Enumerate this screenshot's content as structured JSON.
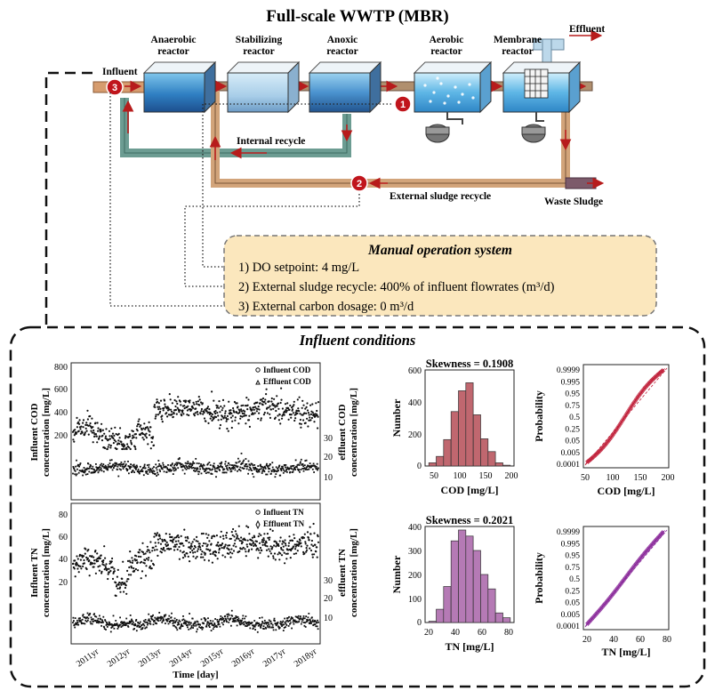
{
  "title": "Full-scale WWTP (MBR)",
  "reactors": [
    {
      "id": "anaerobic",
      "label_line1": "Anaerobic",
      "label_line2": "reactor"
    },
    {
      "id": "stabilizing",
      "label_line1": "Stabilizing",
      "label_line2": "reactor"
    },
    {
      "id": "anoxic",
      "label_line1": "Anoxic",
      "label_line2": "reactor"
    },
    {
      "id": "aerobic",
      "label_line1": "Aerobic",
      "label_line2": "reactor"
    },
    {
      "id": "membrane",
      "label_line1": "Membrane",
      "label_line2": "reactor"
    }
  ],
  "flows": {
    "influent": "Influent",
    "effluent": "Effluent",
    "internal_recycle": "Internal recycle",
    "external_sludge_recycle": "External sludge recycle",
    "waste_sludge": "Waste Sludge"
  },
  "markers": {
    "do": "1",
    "recycle": "2",
    "carbon": "3"
  },
  "manual_operation": {
    "title": "Manual operation system",
    "items": [
      "1) DO setpoint: 4 mg/L",
      "2) External sludge recycle: 400% of influent flowrates (m³/d)",
      "3) External carbon dosage: 0 m³/d"
    ]
  },
  "influent_conditions": {
    "title": "Influent conditions",
    "time_axis": {
      "label": "Time [day]",
      "ticks": [
        "2011yr",
        "2012yr",
        "2013yr",
        "2014yr",
        "2015yr",
        "2016yr",
        "2017yr",
        "2018yr"
      ]
    },
    "cod_panel": {
      "left_ylabel_line1": "Influent COD",
      "left_ylabel_line2": "concentration [mg/L]",
      "right_ylabel_line1": "effluent COD",
      "right_ylabel_line2": "concentration [mg/L]",
      "left_ticks": [
        "800",
        "600",
        "400",
        "200"
      ],
      "right_ticks": [
        "30",
        "20",
        "10"
      ],
      "legend": [
        "Influent COD",
        "Effluent COD"
      ]
    },
    "tn_panel": {
      "left_ylabel_line1": "Influent TN",
      "left_ylabel_line2": "concentration [mg/L]",
      "right_ylabel_line1": "effluent TN",
      "right_ylabel_line2": "concentration [mg/L]",
      "left_ticks": [
        "80",
        "60",
        "40",
        "20"
      ],
      "right_ticks": [
        "30",
        "20",
        "10"
      ],
      "legend": [
        "Influent TN",
        "Effluent TN"
      ]
    },
    "cod_hist": {
      "skew_label": "Skewness = 0.1908",
      "xlabel": "COD [mg/L]",
      "ylabel": "Number",
      "xticks": [
        "50",
        "100",
        "150",
        "200"
      ],
      "yticks": [
        "600",
        "400",
        "200",
        "0"
      ],
      "color": "#c0676f"
    },
    "tn_hist": {
      "skew_label": "Skewness = 0.2021",
      "xlabel": "TN [mg/L]",
      "ylabel": "Number",
      "xticks": [
        "20",
        "40",
        "60",
        "80"
      ],
      "yticks": [
        "400",
        "300",
        "200",
        "100",
        "0"
      ],
      "color": "#b57ab5"
    },
    "cod_prob": {
      "xlabel": "COD [mg/L]",
      "ylabel": "Probability",
      "xticks": [
        "50",
        "100",
        "150",
        "200"
      ],
      "yticks": [
        "0.9999",
        "0.995",
        "0.95",
        "0.75",
        "0.5",
        "0.25",
        "0.05",
        "0.005",
        "0.0001"
      ],
      "color": "#c0203a"
    },
    "tn_prob": {
      "xlabel": "TN [mg/L]",
      "ylabel": "Probability",
      "xticks": [
        "20",
        "40",
        "60",
        "80"
      ],
      "yticks": [
        "0.9999",
        "0.995",
        "0.95",
        "0.75",
        "0.5",
        "0.25",
        "0.05",
        "0.005",
        "0.0001"
      ],
      "color": "#8a2a9a"
    }
  },
  "chart_data": [
    {
      "type": "bar",
      "title": "Skewness = 0.1908",
      "xlabel": "COD [mg/L]",
      "ylabel": "Number",
      "categories": [
        "40",
        "55",
        "70",
        "85",
        "100",
        "115",
        "130",
        "145",
        "160",
        "175",
        "190"
      ],
      "values": [
        20,
        60,
        165,
        340,
        470,
        520,
        320,
        170,
        90,
        20,
        5
      ],
      "ylim": [
        0,
        600
      ]
    },
    {
      "type": "bar",
      "title": "Skewness = 0.2021",
      "xlabel": "TN [mg/L]",
      "ylabel": "Number",
      "categories": [
        "25",
        "30",
        "35",
        "40",
        "45",
        "50",
        "55",
        "60",
        "65",
        "70",
        "75"
      ],
      "values": [
        5,
        55,
        150,
        340,
        385,
        360,
        300,
        200,
        140,
        40,
        20
      ],
      "ylim": [
        0,
        400
      ]
    }
  ]
}
